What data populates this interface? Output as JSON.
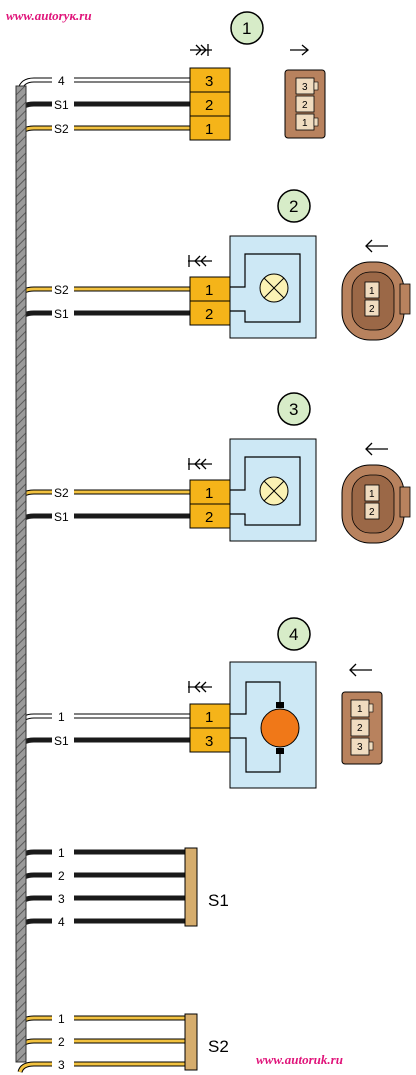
{
  "watermark_top": "www.autorук.ru",
  "watermark_bottom": "www.autoruk.ru",
  "components": [
    {
      "number": "1",
      "wire_labels": [
        "4",
        "S1",
        "S2"
      ],
      "pins": [
        "3",
        "2",
        "1"
      ],
      "connector_pins": [
        "3",
        "2",
        "1"
      ]
    },
    {
      "number": "2",
      "wire_labels": [
        "S2",
        "S1"
      ],
      "pins": [
        "1",
        "2"
      ],
      "connector_pins": [
        "1",
        "2"
      ]
    },
    {
      "number": "3",
      "wire_labels": [
        "S2",
        "S1"
      ],
      "pins": [
        "1",
        "2"
      ],
      "connector_pins": [
        "1",
        "2"
      ]
    },
    {
      "number": "4",
      "wire_labels": [
        "1",
        "S1"
      ],
      "pins": [
        "1",
        "3"
      ],
      "connector_pins": [
        "1",
        "2",
        "3"
      ]
    }
  ],
  "splice_s1": {
    "label": "S1",
    "wire_labels": [
      "1",
      "2",
      "3",
      "4"
    ]
  },
  "splice_s2": {
    "label": "S2",
    "wire_labels": [
      "1",
      "2",
      "3"
    ]
  },
  "colors": {
    "pin_block": "#f5b419",
    "component_body": "#cde8f5",
    "connector_brown": "#b8825e",
    "wire_black": "#1a1a1a",
    "wire_yellow": "#f2c240",
    "wire_white": "#ffffff",
    "lamp": "#fbf2b4",
    "motor": "#f07818",
    "splice_bar": "#d6ad6d",
    "circle_fill": "#d7ecc8",
    "watermark": "#e0147a"
  }
}
